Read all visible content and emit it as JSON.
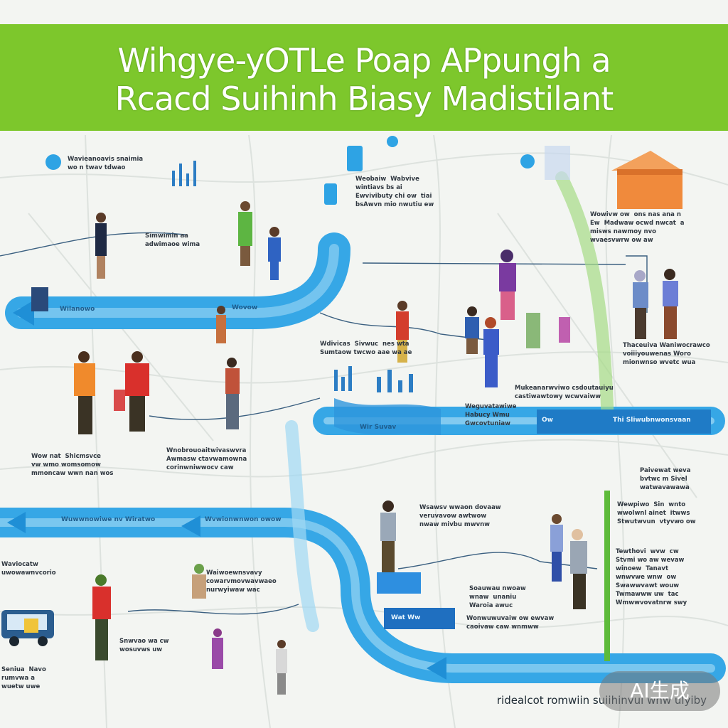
{
  "title": {
    "line1": "Wihgye-yOTLe Poap  APpungh a",
    "line2": "Rcacd Suihinh Biasy  Madistilant"
  },
  "text_blocks": [
    "Wavieanoavis snaimia\nwo n twav tdwao",
    "Simwimin aa\nadwimaoe wima",
    "Weobaiw  Wabvive\nwintiavs bs ai\nEwvivibuty chi ow  tiai\nbsAwvn mio nwutiu ew",
    "Wowivw ow  ons nas ana n\nEw  Madwaw ocwd nwcat  a\nmisws nawmoy nvo\nwvaesvwrw ow aw",
    "Wdivicas  Sivwuc  nes wta\nSumtaow twcwo aae wa ae",
    "Mukeanarwviwo csdoutauiyu\ncastiwawtowy wcwvaiww",
    "Weguvatawiwe\nHabucy Wmu\nGwcovtuniaw",
    "Thaceuiva Waniwocrawco\nvoiiiyouwenas Woro\nmionwnso wvetc wua",
    "Wow nat  Shicmsvce\nvw wmo womsomow\nmmoncaw wwn nan wos",
    "Wnobrouoaitwivaswvra\nAwmasw ctavwamowna\ncorinwniwwocv caw",
    "Paivewat weva\nbvtwc m Sivel\nwatwavawawa",
    "Waviocatw\nuwowawnvcorio",
    "Waiwoewnsvavy\ncowarvmovwavwaeo\nnurwyiwaw wac",
    "Wsawsv wwaon dovaaw\nveruvavow awtwow\nnwaw mivbu mwvnw",
    "Wonwuwuvaiw ow ewvaw\ncaoivaw caw wnmww",
    "Seniua  Navo\nrumvwa a\nwuetw uwe",
    "Snwvao wa cw\nwosuvws uw",
    "Wewpiwo  Sin  wnto\nwwolwnl ainet  itwws\nStwutwvun  vtyvwo ow",
    "Tewthovi  wvw  cw\nStvmi wo aw wevaw\nwinoew  Tanavt\nwnwvwe wnw  ow\nSwawwvawt wouw\nTwmawww uw  tac\nWmwwvovatnrw swy",
    "Soauwau nwoaw\nwnaw  unaniu\nWaroia awuc"
  ],
  "labels": {
    "arrow_top_left": "Wilanowo",
    "arrow_top_mid": "Wovow",
    "mid_pill": "Wir Suvav",
    "right_band": "Thi  Sliwubnwonsvaan",
    "right_box": "Ow",
    "bottom_band_a": "Wuwwnowiwe nv  Wiratwo",
    "bottom_band_b": "Wvwionwnwon owow",
    "blue_box": "Wat   Ww"
  },
  "footer": "ridealcot romwiin suiihinvui wnw ulyiby",
  "badge": "AI生成",
  "colors": {
    "banner": "#7dc72c",
    "road": "#36a7e6",
    "road_light": "#9fd8f4",
    "accent_green": "#5dbb3a",
    "house": "#f08a3c"
  }
}
